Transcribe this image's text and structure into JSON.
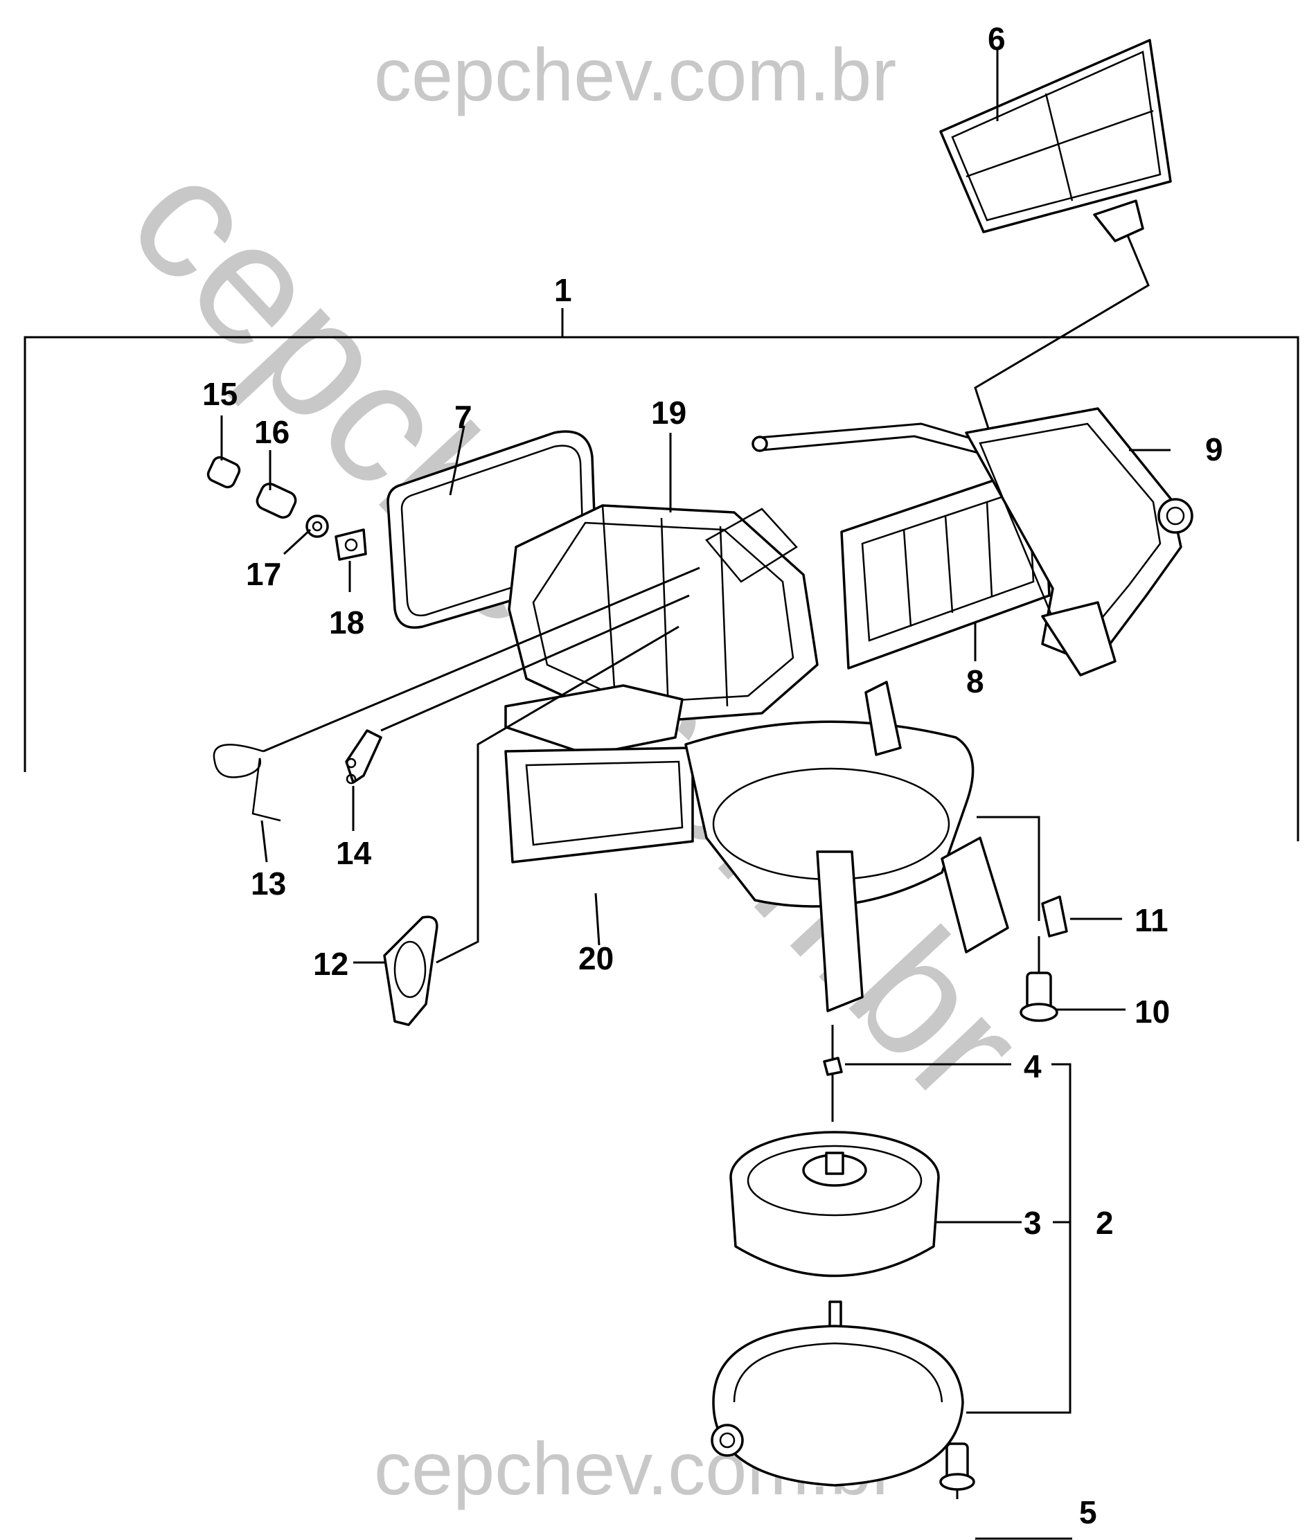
{
  "watermark": {
    "top": "cepchev.com.br",
    "diagonal": "cepchev.com.br",
    "bottom": "cepchev.com.br",
    "color": "#c8c8c8"
  },
  "callouts": {
    "c1": "1",
    "c2": "2",
    "c3": "3",
    "c4": "4",
    "c5": "5",
    "c6": "6",
    "c7": "7",
    "c8": "8",
    "c9": "9",
    "c10": "10",
    "c11": "11",
    "c12": "12",
    "c13": "13",
    "c14": "14",
    "c15": "15",
    "c16": "16",
    "c17": "17",
    "c18": "18",
    "c19": "19",
    "c20": "20"
  }
}
